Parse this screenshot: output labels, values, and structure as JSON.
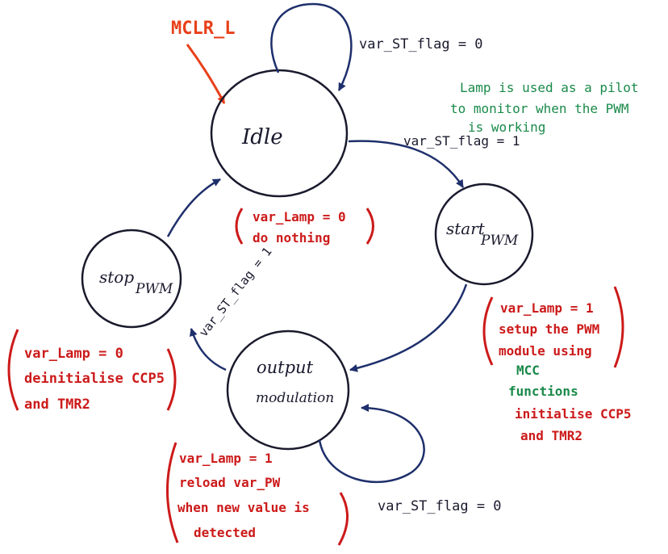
{
  "reset": {
    "label": "MCLR_L"
  },
  "states": {
    "idle": {
      "label": "Idle"
    },
    "start_pwm": {
      "line1": "start",
      "line2": "PWM"
    },
    "stop_pwm": {
      "line1": "stop",
      "line2": "PWM"
    },
    "output_modulation": {
      "line1": "output",
      "line2": "modulation"
    }
  },
  "transitions": {
    "idle_self": "var_ST_flag = 0",
    "idle_to_start": "var_ST_flag = 1",
    "output_to_stop": "var_ST_flag = 1",
    "output_self": "var_ST_flag = 0"
  },
  "pilot_note": {
    "lines": [
      "Lamp is used as a pilot",
      "to monitor when the PWM",
      "is working"
    ]
  },
  "notes": {
    "idle": [
      "var_Lamp = 0",
      "do nothing"
    ],
    "start_pwm": [
      "var_Lamp = 1",
      "setup the PWM",
      "module using",
      "MCC",
      "functions",
      "initialise CCP5",
      "and TMR2"
    ],
    "stop_pwm": [
      "var_Lamp = 0",
      "deinitialise CCP5",
      "and TMR2"
    ],
    "output_modulation": [
      "var_Lamp = 1",
      "reload var_PW",
      "when new value is",
      "detected"
    ]
  },
  "colors": {
    "ink": "#1a1a2e",
    "arrow": "#1e2f6b",
    "note_red": "#cc1a1a",
    "note_green": "#1a8a4a",
    "reset_orange": "#e8401a"
  }
}
